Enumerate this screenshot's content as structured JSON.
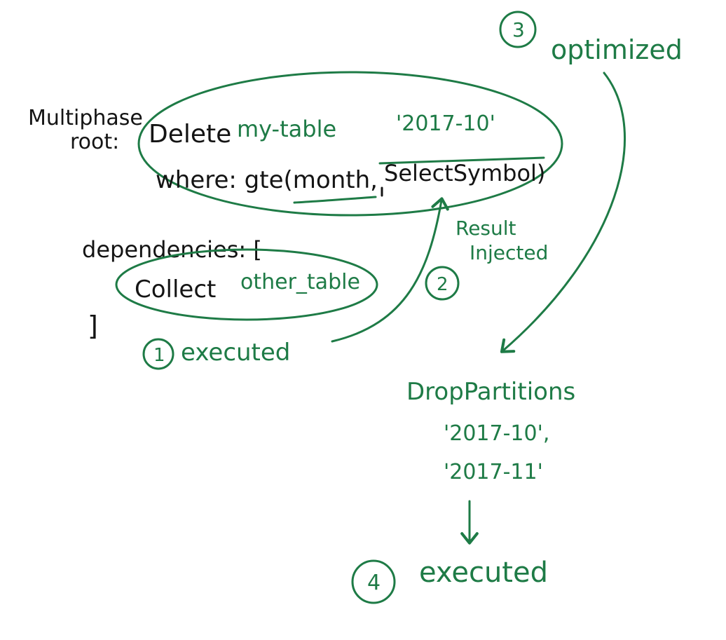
{
  "colors": {
    "ink": "#141414",
    "accent": "#1e7b46",
    "background": "#ffffff"
  },
  "root": {
    "heading_line1": "Multiphase",
    "heading_line2": "root:",
    "statement_keyword": "Delete",
    "table_name": "my-table",
    "where_text": "where: gte(month,",
    "subquery_text": "SelectSymbol)",
    "subquery_struck": true,
    "injected_value": "'2017-10'"
  },
  "dependencies": {
    "label": "dependencies: [",
    "statement_keyword": "Collect",
    "table_name": "other_table",
    "closing_bracket": "]"
  },
  "steps": [
    {
      "number": "1",
      "label": "executed"
    },
    {
      "number": "2",
      "label": ""
    },
    {
      "number": "3",
      "label": "optimized"
    },
    {
      "number": "4",
      "label": "executed"
    }
  ],
  "result_note": {
    "line1": "Result",
    "line2": "Injected"
  },
  "optimized_result": {
    "operation": "DropPartitions",
    "partitions": [
      "'2017-10',",
      "'2017-11'"
    ]
  }
}
